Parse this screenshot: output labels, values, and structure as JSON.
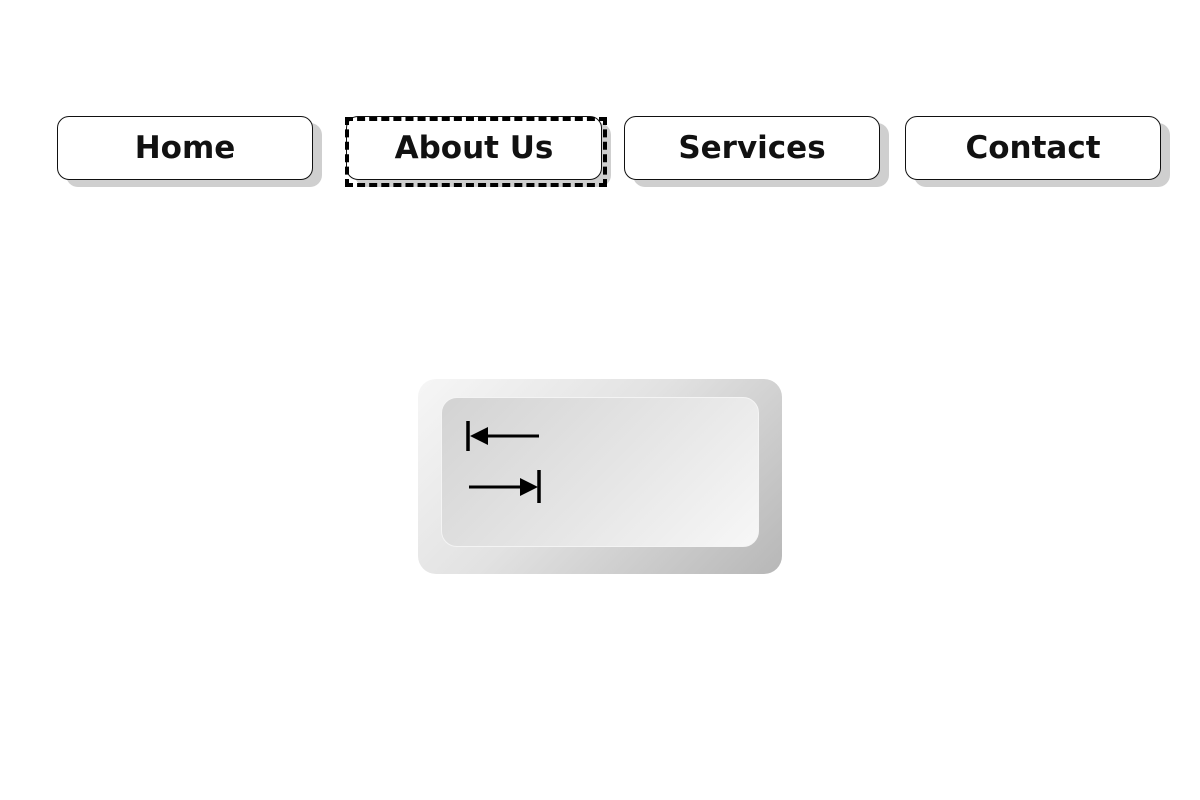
{
  "nav": {
    "items": [
      {
        "label": "Home"
      },
      {
        "label": "About Us",
        "focused": true
      },
      {
        "label": "Services"
      },
      {
        "label": "Contact"
      }
    ]
  },
  "keyboard_key": {
    "name": "tab",
    "icon": "tab-arrows-icon"
  }
}
